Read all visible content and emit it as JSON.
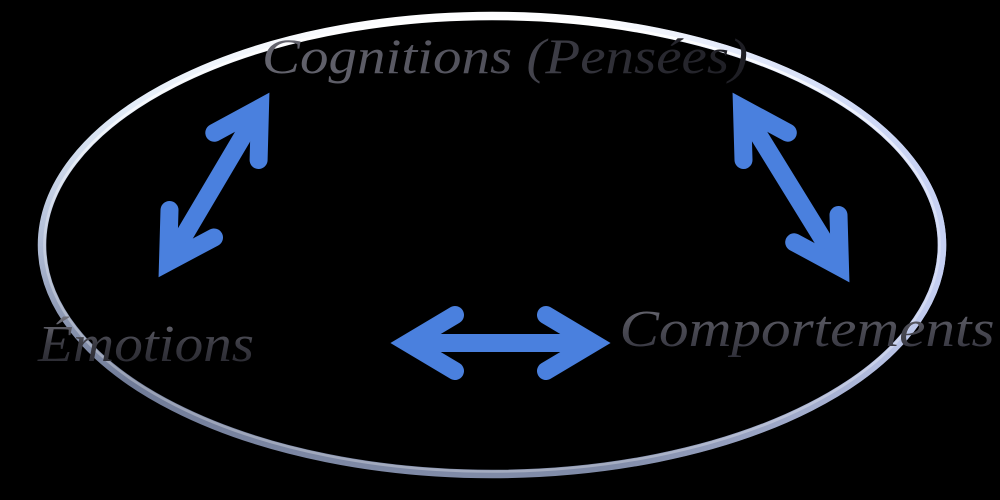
{
  "diagram": {
    "type": "cbt-cycle",
    "shape": "ellipse",
    "nodes": [
      {
        "id": "cognitions",
        "label": "Cognitions (Pensées)",
        "position": "top"
      },
      {
        "id": "emotions",
        "label": "Émotions",
        "position": "bottom-left"
      },
      {
        "id": "comportements",
        "label": "Comportements",
        "position": "bottom-right"
      }
    ],
    "edges": [
      {
        "from": "cognitions",
        "to": "emotions",
        "style": "double-headed-arrow"
      },
      {
        "from": "cognitions",
        "to": "comportements",
        "style": "double-headed-arrow"
      },
      {
        "from": "emotions",
        "to": "comportements",
        "style": "double-headed-arrow"
      }
    ]
  },
  "colors": {
    "background": "#000000",
    "arrow": "#4a80de",
    "ring_white": "#ffffff",
    "ring_light": "#e2ecf8",
    "ring_mid": "#b0bcd6",
    "ring_dark": "#6f7a96",
    "ring_slate": "#7d88a4",
    "ring_lavender": "#c8d2f6",
    "title_light": "#64646e",
    "title_mid": "#52525c",
    "title_shade": "#32323a",
    "title_dark": "#1d1d23",
    "label_light": "#74747e",
    "label_mid": "#3a3a42",
    "label_dark": "#24242b",
    "comp_light": "#6e6e78",
    "comp_mid": "#4a4a53",
    "comp_dark": "#30303a"
  }
}
